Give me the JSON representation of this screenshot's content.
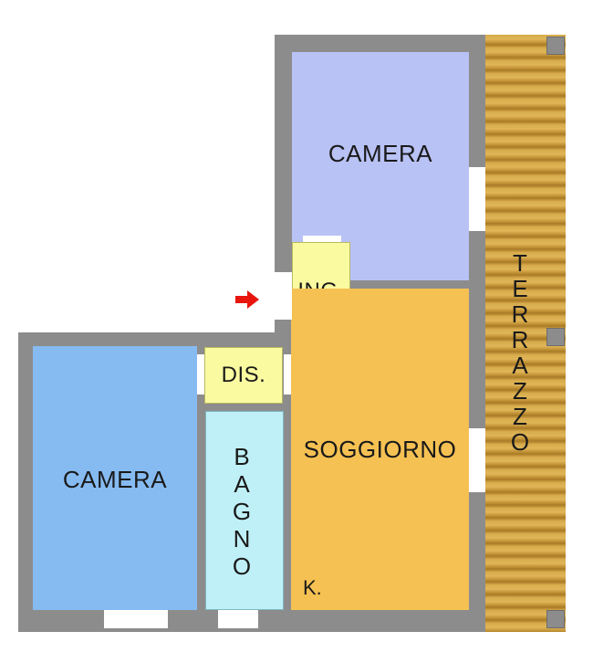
{
  "rooms": {
    "camera_top": "CAMERA",
    "camera_left": "CAMERA",
    "ingresso": "ING.",
    "disimpegno": "DIS.",
    "soggiorno": "SOGGIORNO",
    "kitchen_mark": "K.",
    "bagno": [
      "B",
      "A",
      "G",
      "N",
      "O"
    ],
    "terrazzo": [
      "T",
      "E",
      "R",
      "R",
      "A",
      "Z",
      "Z",
      "O"
    ]
  },
  "colors": {
    "wall": "#8c8c8c",
    "camera_top": "#b8c2f5",
    "camera_left": "#86bbf2",
    "soggiorno": "#f5c152",
    "ingresso": "#fafaa0",
    "bagno": "#bff0f7",
    "terrace": "#c79a3c",
    "entrance_arrow": "#e8150c"
  },
  "icons": {
    "entrance_arrow": "red-arrow-right-icon"
  }
}
